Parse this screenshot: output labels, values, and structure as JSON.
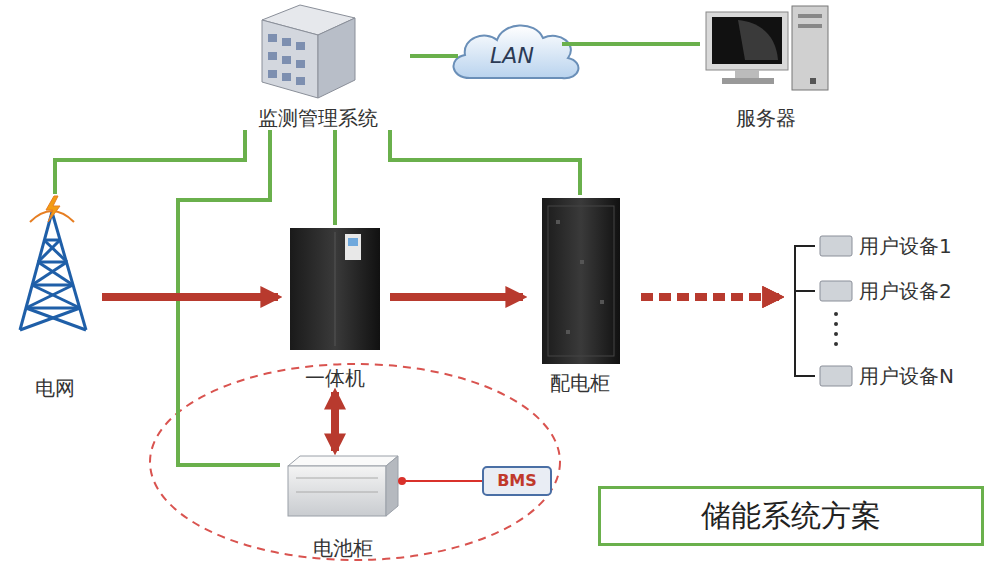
{
  "diagram": {
    "nodes": [
      {
        "text": [
          "监测管理系统"
        ]
      },
      {
        "text": [
          "LAN"
        ]
      },
      {
        "text": [
          "服务器"
        ]
      },
      {
        "text": [
          "电网"
        ]
      },
      {
        "text": [
          "一体机"
        ]
      },
      {
        "text": [
          "配电柜"
        ]
      },
      {
        "text": [
          "用户设备1"
        ]
      },
      {
        "text": [
          "用户设备2"
        ]
      },
      {
        "text": [
          "用户设备N"
        ]
      },
      {
        "text": [
          "电池柜"
        ]
      },
      {
        "text": [
          "BMS"
        ]
      },
      {
        "text": [
          "储能系统方案"
        ]
      }
    ],
    "edges": [
      {
        "from": 0,
        "to": 1,
        "arrow": "none"
      },
      {
        "from": 1,
        "to": 2,
        "arrow": "none"
      },
      {
        "from": 0,
        "to": 3,
        "arrow": "none"
      },
      {
        "from": 0,
        "to": 4,
        "arrow": "none"
      },
      {
        "from": 0,
        "to": 5,
        "arrow": "none"
      },
      {
        "from": 0,
        "to": 9,
        "arrow": "none"
      },
      {
        "from": 3,
        "to": 4,
        "arrow": "to"
      },
      {
        "from": 4,
        "to": 5,
        "arrow": "to"
      },
      {
        "from": 5,
        "to": 6,
        "arrow": "to"
      },
      {
        "from": 5,
        "to": 7,
        "arrow": "to"
      },
      {
        "from": 5,
        "to": 8,
        "arrow": "to"
      },
      {
        "from": 4,
        "to": 9,
        "arrow": "both"
      },
      {
        "from": 9,
        "to": 10,
        "arrow": "none"
      }
    ]
  }
}
